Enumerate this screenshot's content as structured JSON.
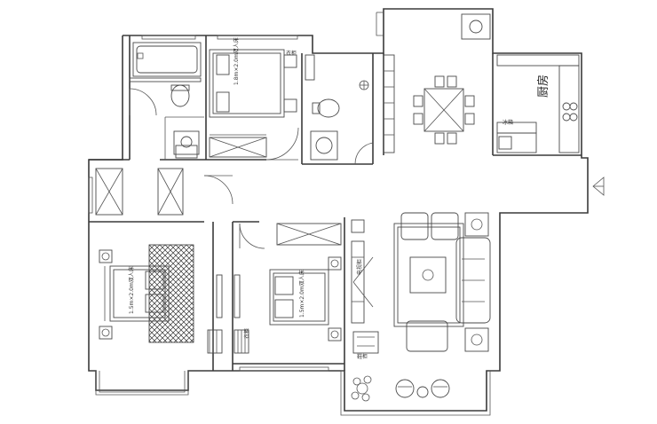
{
  "plan": {
    "labels": {
      "kitchen": "厨房",
      "bed_master": "1.8m×2.0m双人床",
      "bed_second": "1.5m×2.0m双人床",
      "bed_third": "1.5m×2.0m双人床",
      "wardrobe1": "衣柜",
      "wardrobe2": "衣柜",
      "tv": "电视柜",
      "shoe": "鞋柜",
      "fridge": "冰箱"
    },
    "colors": {
      "wall": "#3a3a3a",
      "line": "#555555",
      "background": "#ffffff"
    },
    "icons": [
      "entrance-arrow-icon",
      "plant-icon"
    ]
  }
}
